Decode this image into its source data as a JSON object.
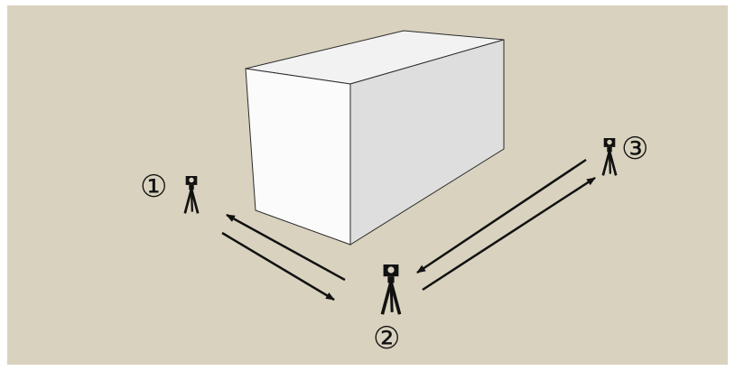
{
  "colors": {
    "ground": "#d8d2be",
    "box_top": "#f2f2f2",
    "box_front": "#fbfbfb",
    "box_side": "#dedede",
    "box_edge": "#2a2a2a",
    "instrument": "#111111",
    "arrow": "#111111"
  },
  "object": {
    "name": "rectangular-block"
  },
  "stations": [
    {
      "id": "1",
      "label": "①"
    },
    {
      "id": "2",
      "label": "②"
    },
    {
      "id": "3",
      "label": "③"
    }
  ],
  "paths": [
    {
      "from": "1",
      "to": "2",
      "direction": "forward"
    },
    {
      "from": "2",
      "to": "1",
      "direction": "back"
    },
    {
      "from": "2",
      "to": "3",
      "direction": "forward"
    },
    {
      "from": "3",
      "to": "2",
      "direction": "back"
    }
  ]
}
